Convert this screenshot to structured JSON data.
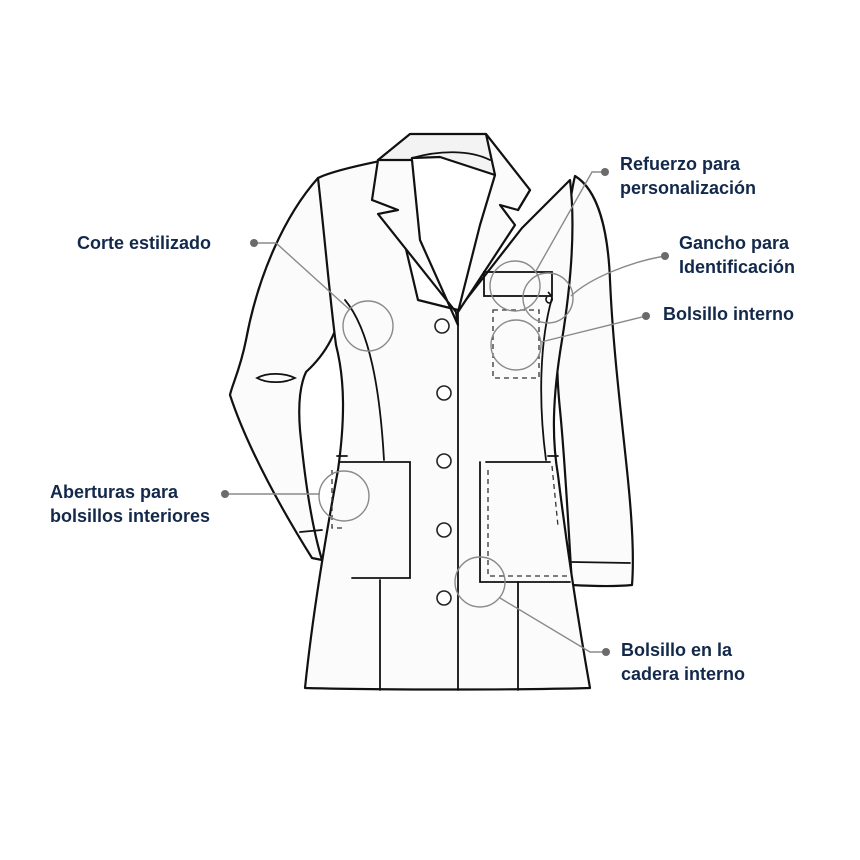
{
  "colors": {
    "label_text": "#13294b",
    "callout_line": "#8a8a8a",
    "outline": "#111111",
    "fabric": "#fbfbfb"
  },
  "labels": {
    "refuerzo": {
      "line1": "Refuerzo para",
      "line2": "personalización"
    },
    "corte": {
      "line1": "Corte estilizado"
    },
    "gancho": {
      "line1": "Gancho para",
      "line2": "Identificación"
    },
    "bolsillo_interno": {
      "line1": "Bolsillo interno"
    },
    "aberturas": {
      "line1": "Aberturas para",
      "line2": "bolsillos interiores"
    },
    "cadera": {
      "line1": "Bolsillo en la",
      "line2": "cadera interno"
    }
  },
  "icons": {
    "button": "button-icon",
    "callout_circle": "callout-circle-icon",
    "hook": "id-hook-icon"
  }
}
